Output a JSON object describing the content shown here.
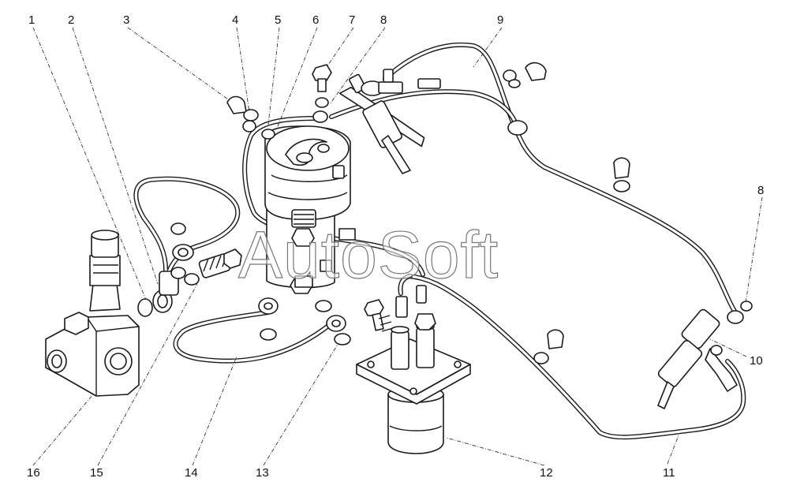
{
  "callouts": [
    "1",
    "2",
    "3",
    "4",
    "5",
    "6",
    "7",
    "8",
    "9",
    "8",
    "10",
    "11",
    "12",
    "13",
    "14",
    "15",
    "16"
  ],
  "watermark": "AutoSoft"
}
